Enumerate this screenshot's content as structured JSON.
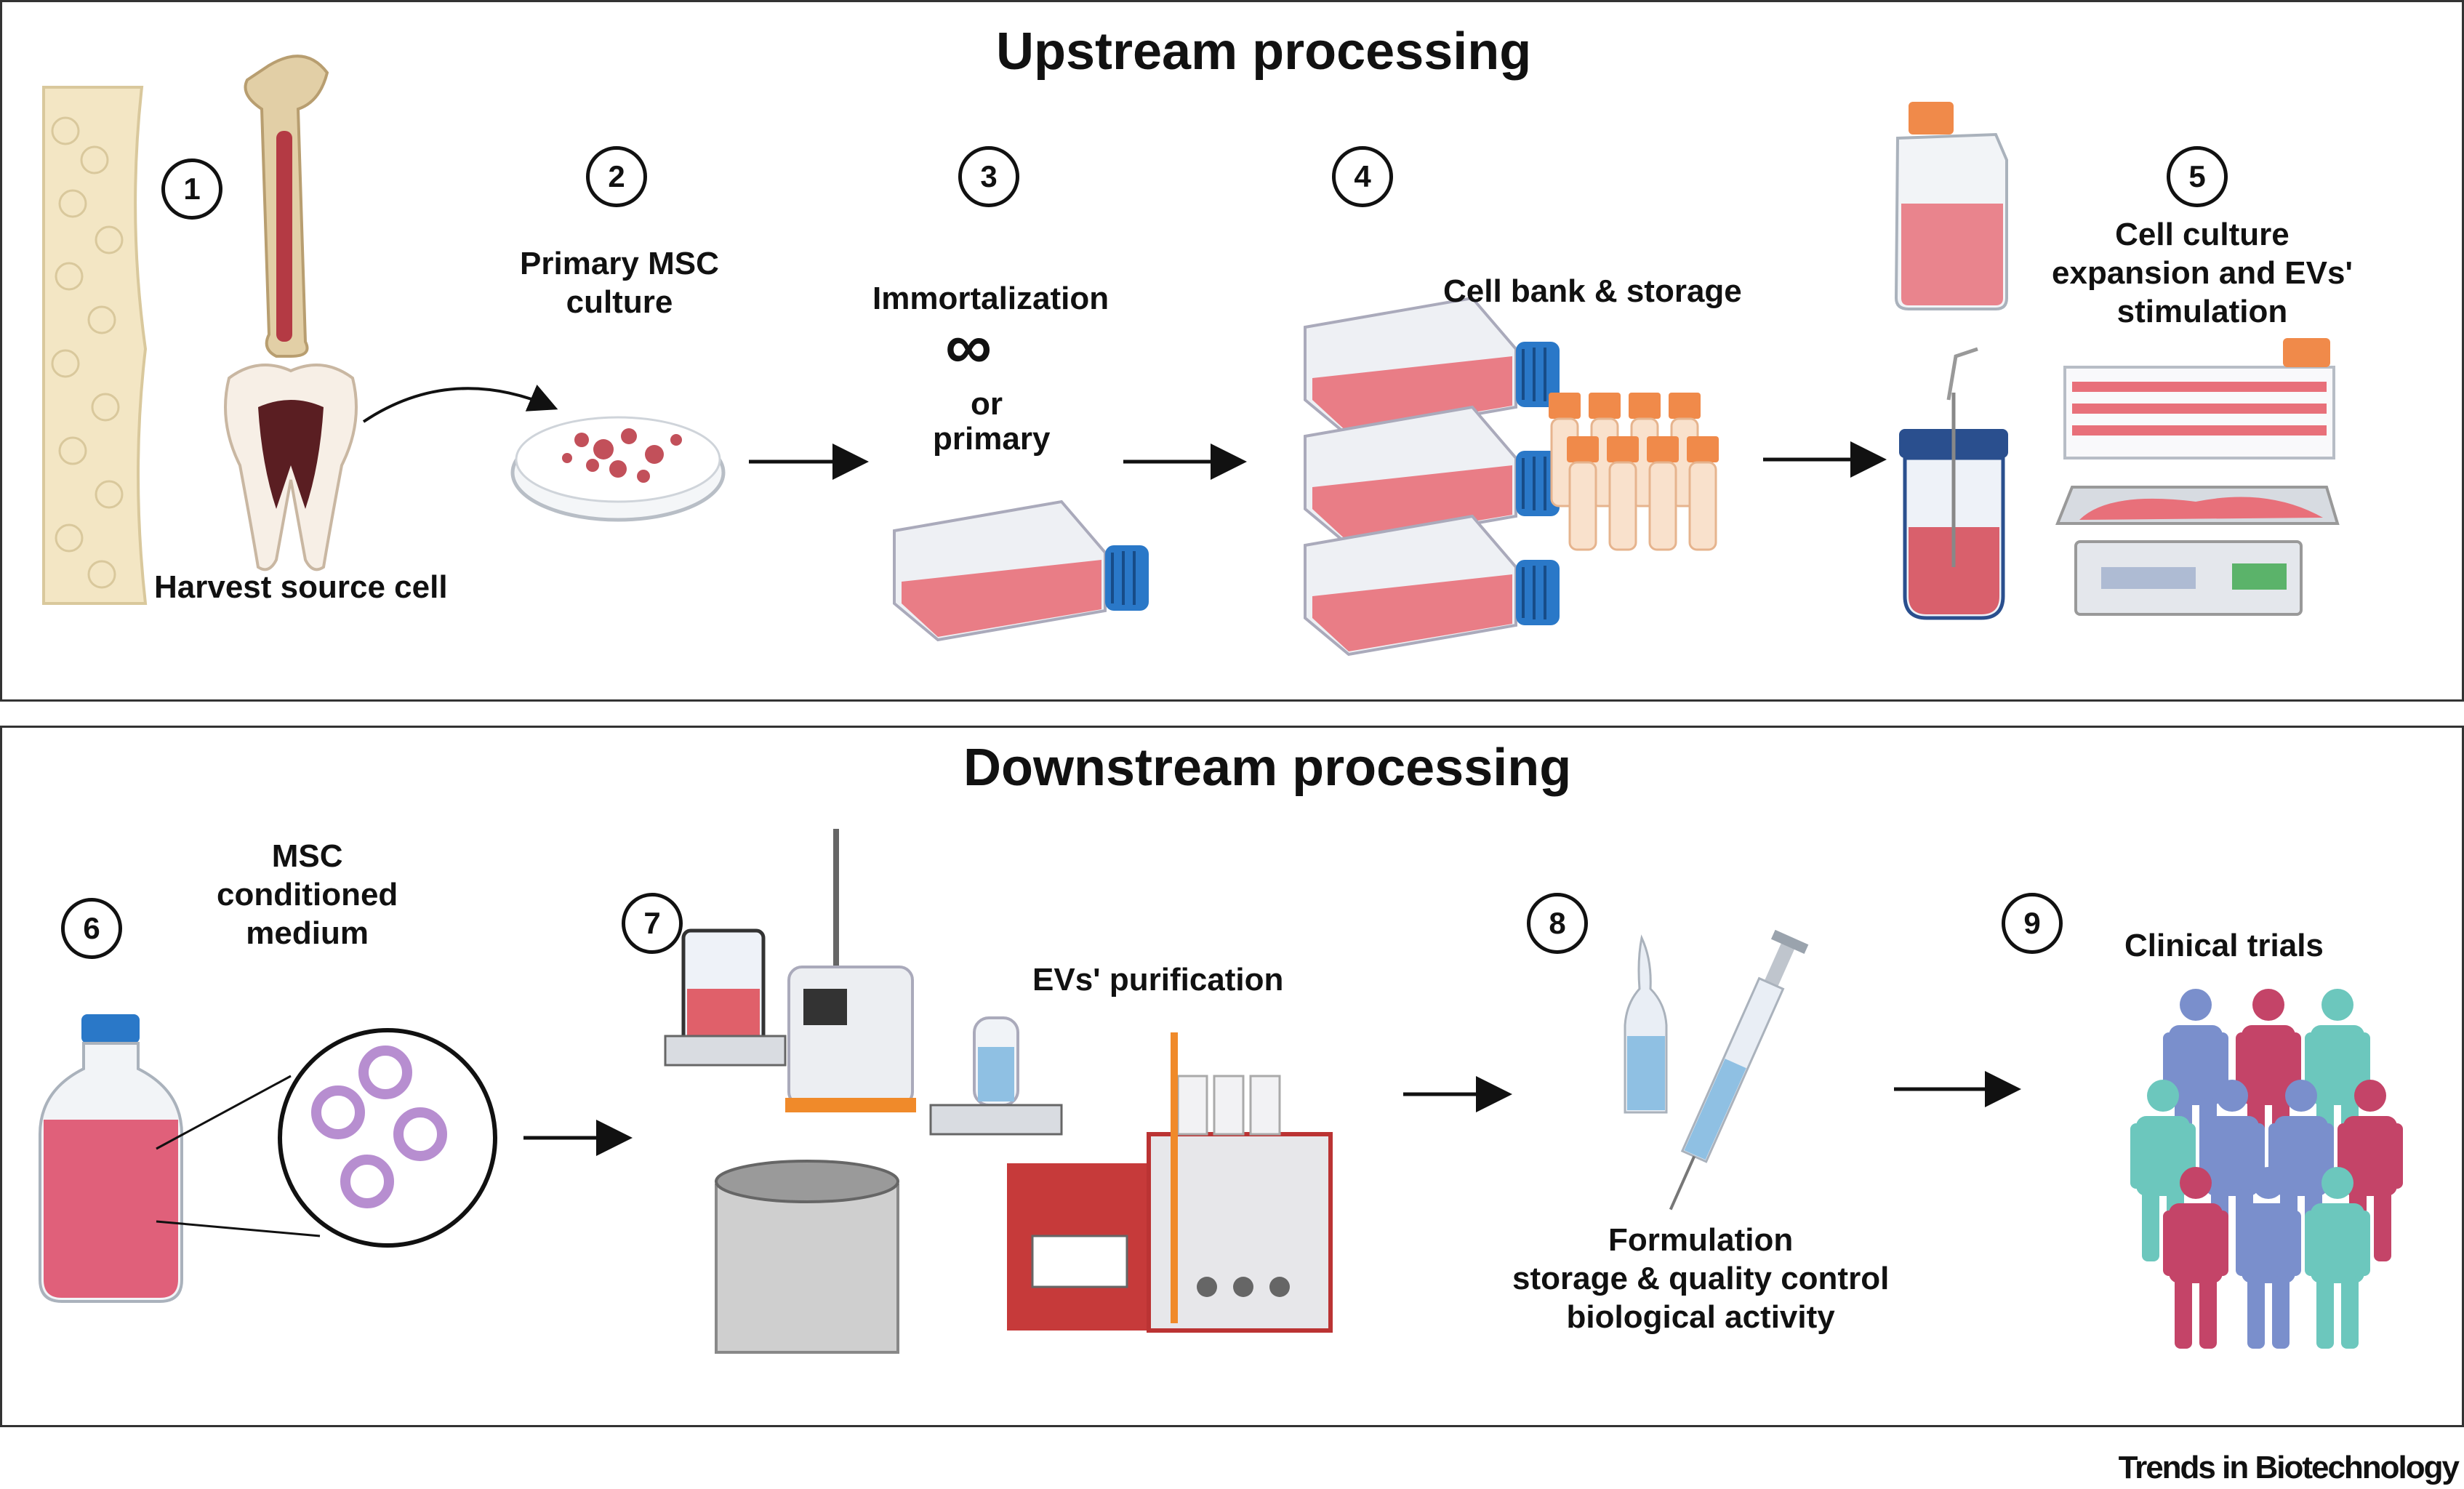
{
  "upstream": {
    "title": "Upstream processing",
    "steps": [
      {
        "num": "1",
        "label": "Harvest source cell"
      },
      {
        "num": "2",
        "label_lines": [
          "Primary MSC",
          "culture"
        ]
      },
      {
        "num": "3",
        "label": "Immortalization",
        "symbol": "∞",
        "or": "or",
        "alt": "primary"
      },
      {
        "num": "4",
        "label": "Cell bank & storage"
      },
      {
        "num": "5",
        "label_lines": [
          "Cell culture",
          "expansion and EVs'",
          "stimulation"
        ]
      }
    ]
  },
  "downstream": {
    "title": "Downstream processing",
    "steps": [
      {
        "num": "6",
        "label_lines": [
          "MSC",
          "conditioned",
          "medium"
        ]
      },
      {
        "num": "7",
        "label": "EVs' purification"
      },
      {
        "num": "8",
        "label_lines": [
          "Formulation",
          "storage & quality control",
          "biological activity"
        ]
      },
      {
        "num": "9",
        "label": "Clinical trials"
      }
    ]
  },
  "footer": "Trends in Biotechnology",
  "colors": {
    "medium_pink": "#e8707a",
    "flask_cap_blue": "#2a78c8",
    "tube_cap_orange": "#f08a4a",
    "people": [
      "#7a8fcc",
      "#c44468",
      "#6cc7bd"
    ],
    "ev_purple": "#c49ad8"
  }
}
